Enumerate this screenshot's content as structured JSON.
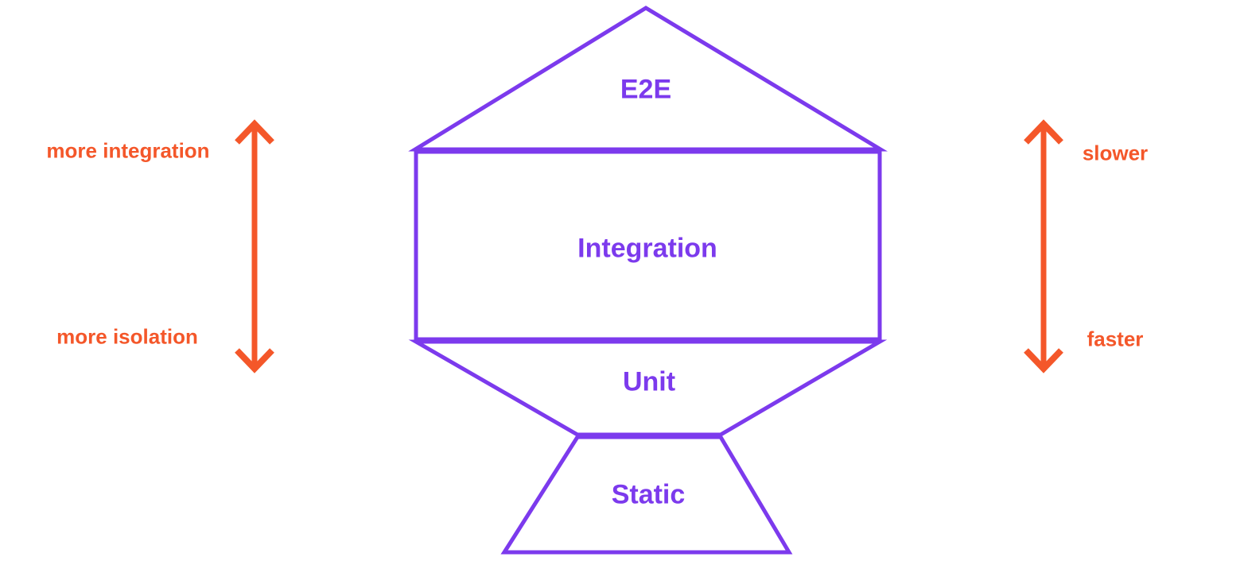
{
  "diagram": {
    "type": "testing-trophy",
    "colors": {
      "shape_stroke": "#7C3AED",
      "level_label_text": "#7C3AED",
      "annotation_text": "#F4572A",
      "annotation_arrow": "#F4572A",
      "background": "#FFFFFF"
    },
    "levels": [
      {
        "label": "E2E",
        "shape": "triangle"
      },
      {
        "label": "Integration",
        "shape": "rectangle"
      },
      {
        "label": "Unit",
        "shape": "inverted-trapezoid"
      },
      {
        "label": "Static",
        "shape": "trapezoid"
      }
    ],
    "left_scale": {
      "top_label": "more integration",
      "bottom_label": "more isolation",
      "arrow": "vertical-double-headed"
    },
    "right_scale": {
      "top_label": "slower",
      "bottom_label": "faster",
      "arrow": "vertical-double-headed"
    }
  }
}
